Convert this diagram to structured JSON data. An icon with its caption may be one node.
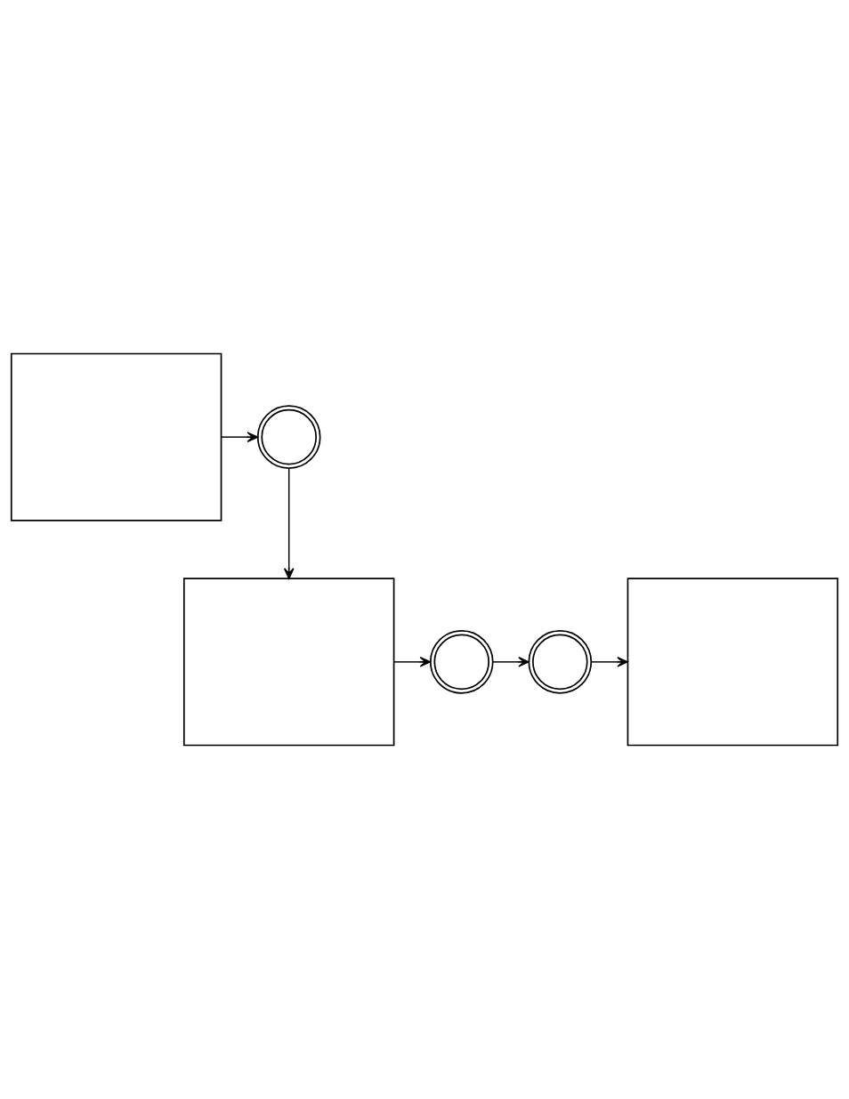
{
  "diagram": {
    "nodes": [
      {
        "text": [],
        "shape": "box"
      },
      {
        "text": [],
        "shape": "circle"
      },
      {
        "text": [],
        "shape": "box"
      },
      {
        "text": [],
        "shape": "circle"
      },
      {
        "text": [],
        "shape": "circle"
      },
      {
        "text": [],
        "shape": "box"
      }
    ],
    "edges": [
      {
        "from": 0,
        "to": 1,
        "arrow": "to"
      },
      {
        "from": 1,
        "to": 2,
        "arrow": "to"
      },
      {
        "from": 2,
        "to": 3,
        "arrow": "to"
      },
      {
        "from": 3,
        "to": 4,
        "arrow": "to"
      },
      {
        "from": 4,
        "to": 5,
        "arrow": "to"
      }
    ]
  }
}
